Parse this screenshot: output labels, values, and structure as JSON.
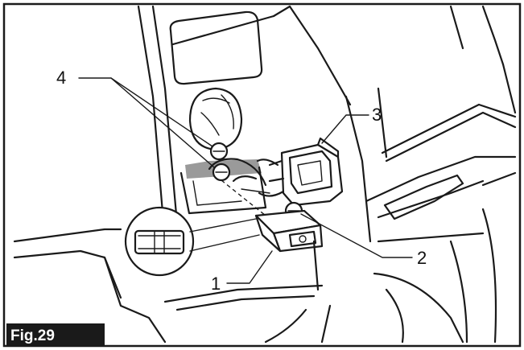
{
  "figure": {
    "label": "Fig.29",
    "colors": {
      "line": "#1a1a1a",
      "badge_bg": "#1a1a1a",
      "badge_text": "#ffffff",
      "background": "#ffffff"
    }
  },
  "callouts": [
    {
      "id": "c1",
      "text": "1"
    },
    {
      "id": "c2",
      "text": "2"
    },
    {
      "id": "c3",
      "text": "3"
    },
    {
      "id": "c4",
      "text": "4"
    }
  ]
}
